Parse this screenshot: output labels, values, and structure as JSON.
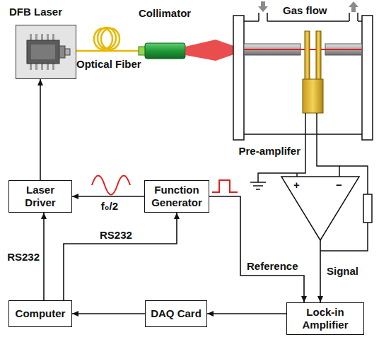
{
  "diagram": {
    "nodes": [
      {
        "text": [
          "DFB Laser"
        ]
      },
      {
        "text": [
          "Laser Driver"
        ]
      },
      {
        "text": [
          "Function Generator"
        ]
      },
      {
        "text": [
          "Pre-amplifer",
          "+",
          "−"
        ]
      },
      {
        "text": [
          "Lock-in Amplifier"
        ]
      },
      {
        "text": [
          "DAQ Card"
        ]
      },
      {
        "text": [
          "Computer"
        ]
      }
    ],
    "edges": [
      {
        "from": 2,
        "to": 1,
        "arrow": "to",
        "label": "f₀/2"
      },
      {
        "from": 1,
        "to": 0,
        "arrow": "to"
      },
      {
        "from": 2,
        "to": 4,
        "arrow": "to",
        "label": "Reference"
      },
      {
        "from": 3,
        "to": 4,
        "arrow": "to",
        "label": "Signal"
      },
      {
        "from": 4,
        "to": 5,
        "arrow": "to"
      },
      {
        "from": 5,
        "to": 6,
        "arrow": "to"
      },
      {
        "from": 6,
        "to": 1,
        "arrow": "to",
        "label": "RS232"
      },
      {
        "from": 6,
        "to": 2,
        "arrow": "to",
        "label": "RS232"
      }
    ],
    "labels": [
      "Collimator",
      "Optical Fiber",
      "Gas flow"
    ]
  }
}
